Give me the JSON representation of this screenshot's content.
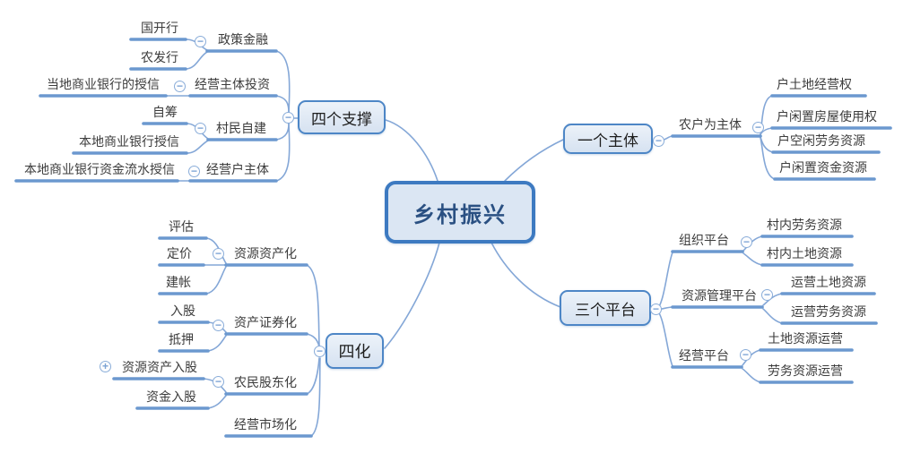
{
  "root": {
    "label": "乡村振兴"
  },
  "icons": {
    "collapse_glyph": "−",
    "expand_glyph": "+"
  },
  "colors": {
    "underline": "#6b98cf",
    "curve": "#84a7d7",
    "node_border": "#4d86c6",
    "root_border": "#3d7ac1",
    "node_fill": "#dbe6f3",
    "root_text": "#2a5082"
  },
  "branches": [
    {
      "label": "四个支撑",
      "side": "left",
      "children": [
        {
          "label": "政策金融",
          "children": [
            {
              "label": "国开行"
            },
            {
              "label": "农发行"
            }
          ]
        },
        {
          "label": "经营主体投资",
          "children": [
            {
              "label": "当地商业银行的授信"
            }
          ]
        },
        {
          "label": "村民自建",
          "children": [
            {
              "label": "自筹"
            },
            {
              "label": "本地商业银行授信"
            }
          ]
        },
        {
          "label": "经营户主体",
          "children": [
            {
              "label": "本地商业银行资金流水授信"
            }
          ]
        }
      ]
    },
    {
      "label": "四化",
      "side": "left",
      "children": [
        {
          "label": "资源资产化",
          "children": [
            {
              "label": "评估"
            },
            {
              "label": "定价"
            },
            {
              "label": "建帐"
            }
          ]
        },
        {
          "label": "资产证券化",
          "children": [
            {
              "label": "入股"
            },
            {
              "label": "抵押"
            }
          ]
        },
        {
          "label": "农民股东化",
          "children": [
            {
              "label": "资源资产入股",
              "has_hidden_children": true
            },
            {
              "label": "资金入股"
            }
          ]
        },
        {
          "label": "经营市场化",
          "children": []
        }
      ]
    },
    {
      "label": "一个主体",
      "side": "right",
      "children": [
        {
          "label": "农户为主体",
          "children": [
            {
              "label": "户土地经营权"
            },
            {
              "label": "户闲置房屋使用权"
            },
            {
              "label": "户空闲劳务资源"
            },
            {
              "label": "户闲置资金资源"
            }
          ]
        }
      ]
    },
    {
      "label": "三个平台",
      "side": "right",
      "children": [
        {
          "label": "组织平台",
          "children": [
            {
              "label": "村内劳务资源"
            },
            {
              "label": "村内土地资源"
            }
          ]
        },
        {
          "label": "资源管理平台",
          "children": [
            {
              "label": "运营土地资源"
            },
            {
              "label": "运营劳务资源"
            }
          ]
        },
        {
          "label": "经营平台",
          "children": [
            {
              "label": "土地资源运营"
            },
            {
              "label": "劳务资源运营"
            }
          ]
        }
      ]
    }
  ]
}
